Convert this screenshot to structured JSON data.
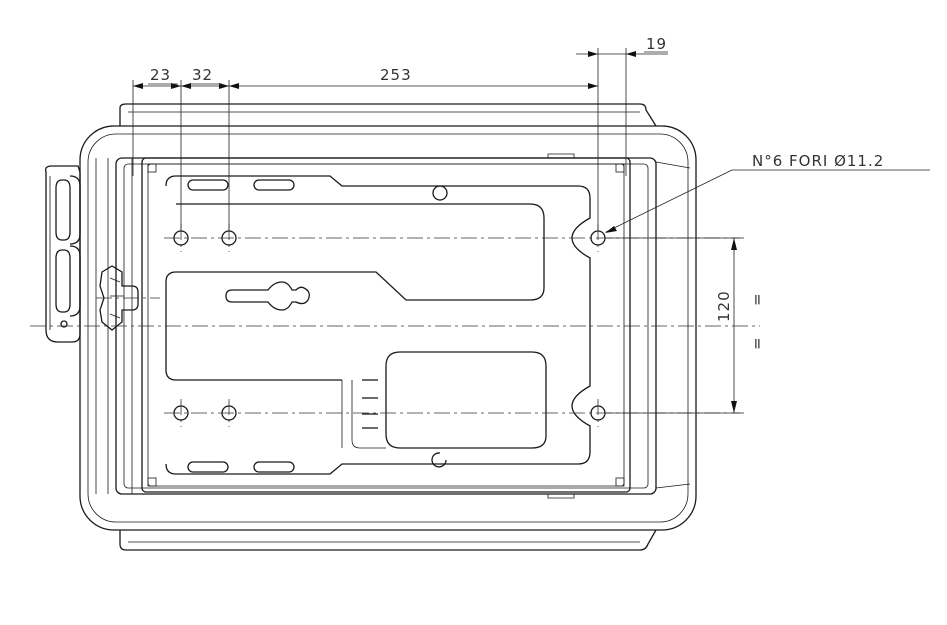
{
  "dimensions": {
    "d1": "23",
    "d2": "32",
    "d3": "253",
    "d4": "19",
    "d5": "120"
  },
  "note": "N°6 FORI Ø11.2",
  "glyphs": {
    "equal_mark": "="
  }
}
